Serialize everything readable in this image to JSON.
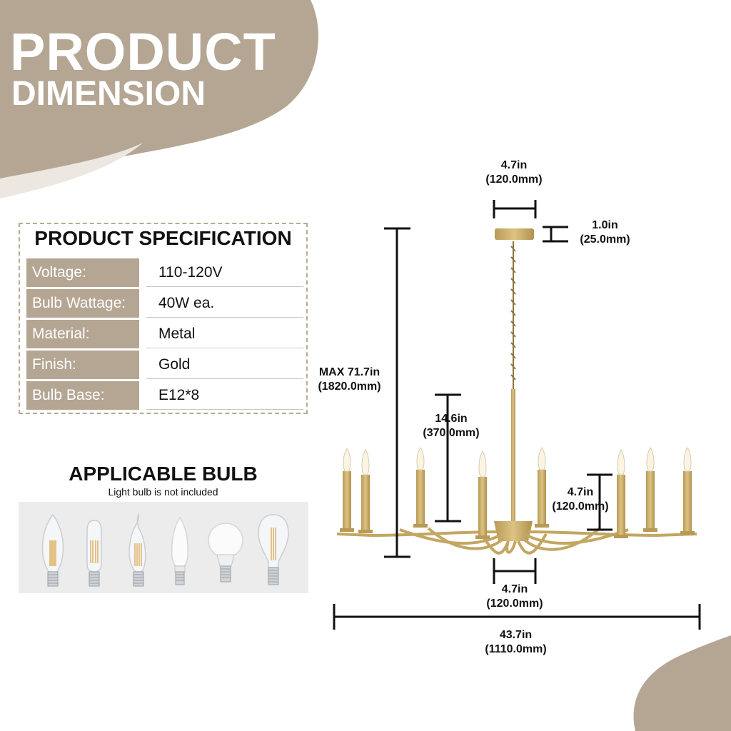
{
  "header": {
    "title_line1": "PRODUCT",
    "title_line2": "DIMENSION"
  },
  "colors": {
    "accent": "#b4a693",
    "gold": "#c9ae6a"
  },
  "specification": {
    "title": "PRODUCT SPECIFICATION",
    "rows": [
      {
        "label": "Voltage:",
        "value": "110-120V"
      },
      {
        "label": "Bulb Wattage:",
        "value": "40W ea."
      },
      {
        "label": "Material:",
        "value": "Metal"
      },
      {
        "label": "Finish:",
        "value": "Gold"
      },
      {
        "label": "Bulb Base:",
        "value": "E12*8"
      }
    ]
  },
  "bulbs": {
    "title": "APPLICABLE BULB",
    "note": "Light bulb is not included",
    "icons": [
      "candle-filament-bulb-icon",
      "tubular-filament-bulb-icon",
      "flame-tip-filament-bulb-icon",
      "led-candle-bulb-icon",
      "globe-led-bulb-icon",
      "edison-filament-bulb-icon"
    ]
  },
  "dimensions": {
    "canopy_width": {
      "in": "4.7in",
      "mm": "(120.0mm)"
    },
    "canopy_height": {
      "in": "1.0in",
      "mm": "(25.0mm)"
    },
    "max_height": {
      "in": "MAX 71.7in",
      "mm": "(1820.0mm)"
    },
    "body_height": {
      "in": "14.6in",
      "mm": "(370.0mm)"
    },
    "candle_height": {
      "in": "4.7in",
      "mm": "(120.0mm)"
    },
    "hub_width": {
      "in": "4.7in",
      "mm": "(120.0mm)"
    },
    "total_width": {
      "in": "43.7in",
      "mm": "(1110.0mm)"
    }
  }
}
